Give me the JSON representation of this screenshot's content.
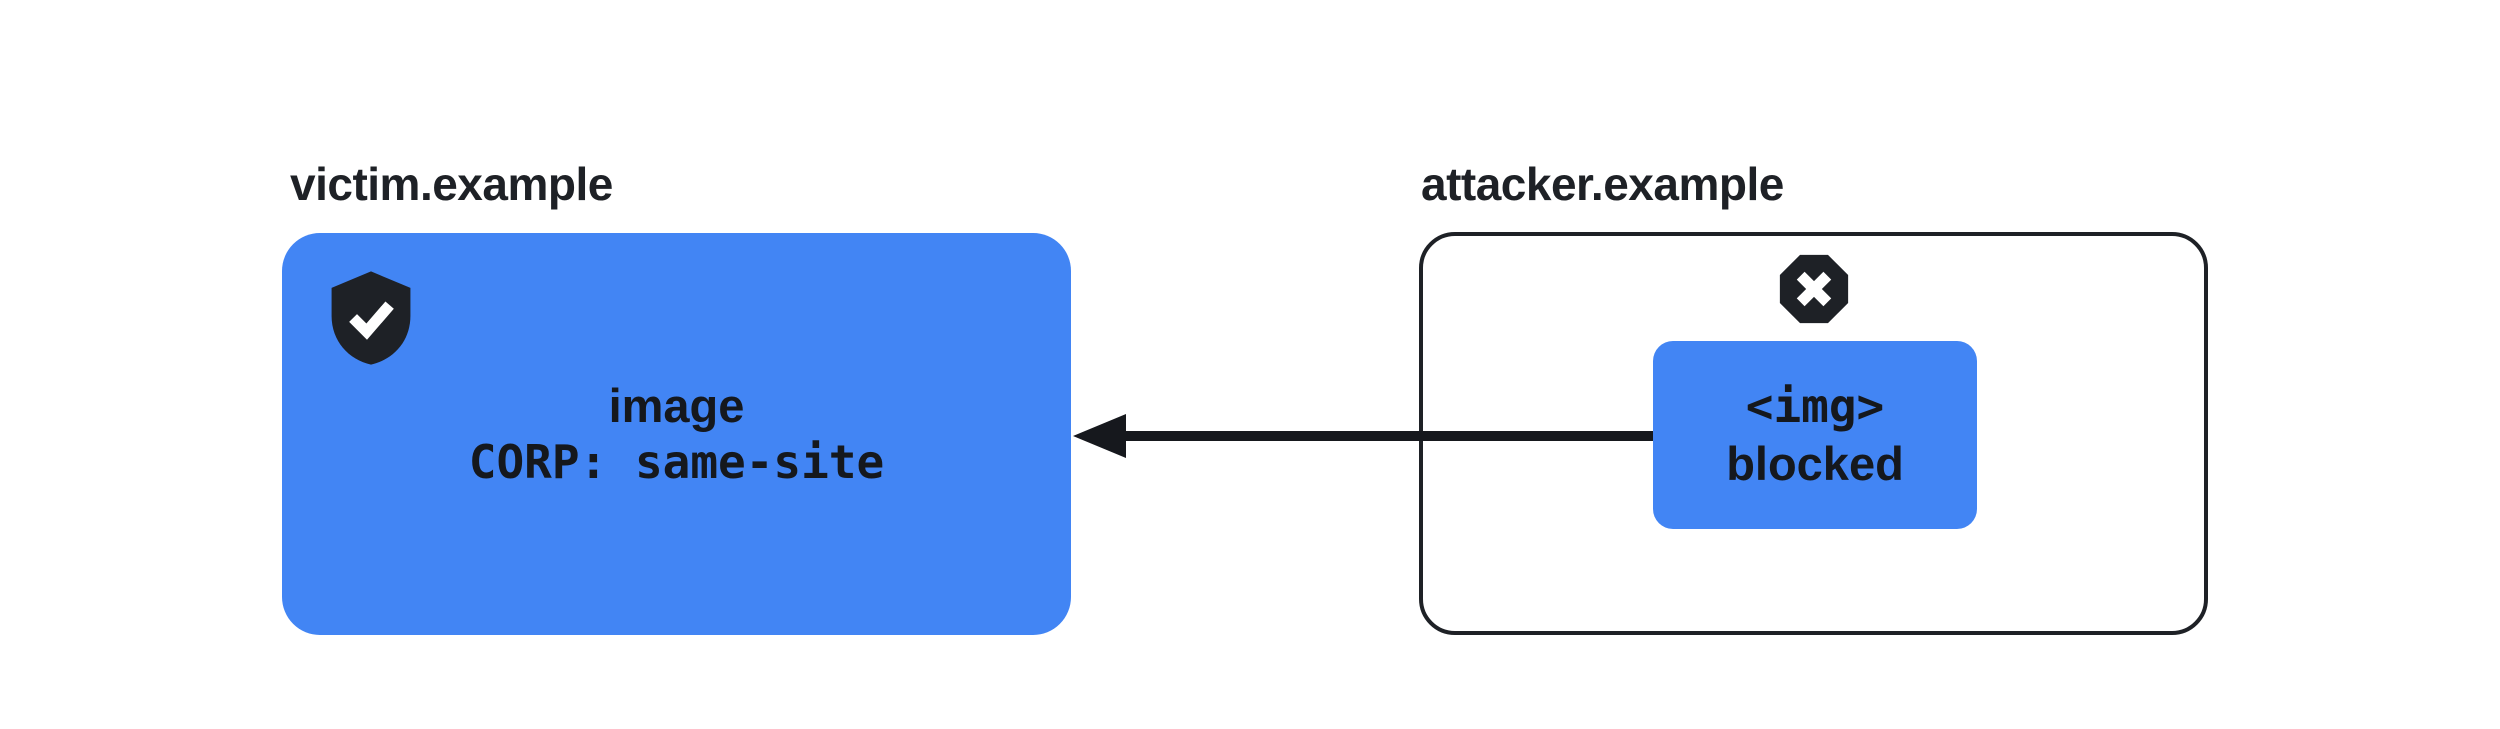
{
  "diagram": {
    "victim": {
      "title": "victim.example",
      "resource_label": "image",
      "corp_header": "CORP: same-site",
      "icon": "shield-check-icon"
    },
    "attacker": {
      "title": "attacker.example",
      "embed_tag": "<img>",
      "blocked_label": "blocked",
      "icon": "blocked-x-icon"
    },
    "arrow": {
      "points_to": "victim.example"
    },
    "colors": {
      "accent_blue": "#4285F4",
      "dark": "#1E2126",
      "background": "#FFFFFF"
    }
  }
}
